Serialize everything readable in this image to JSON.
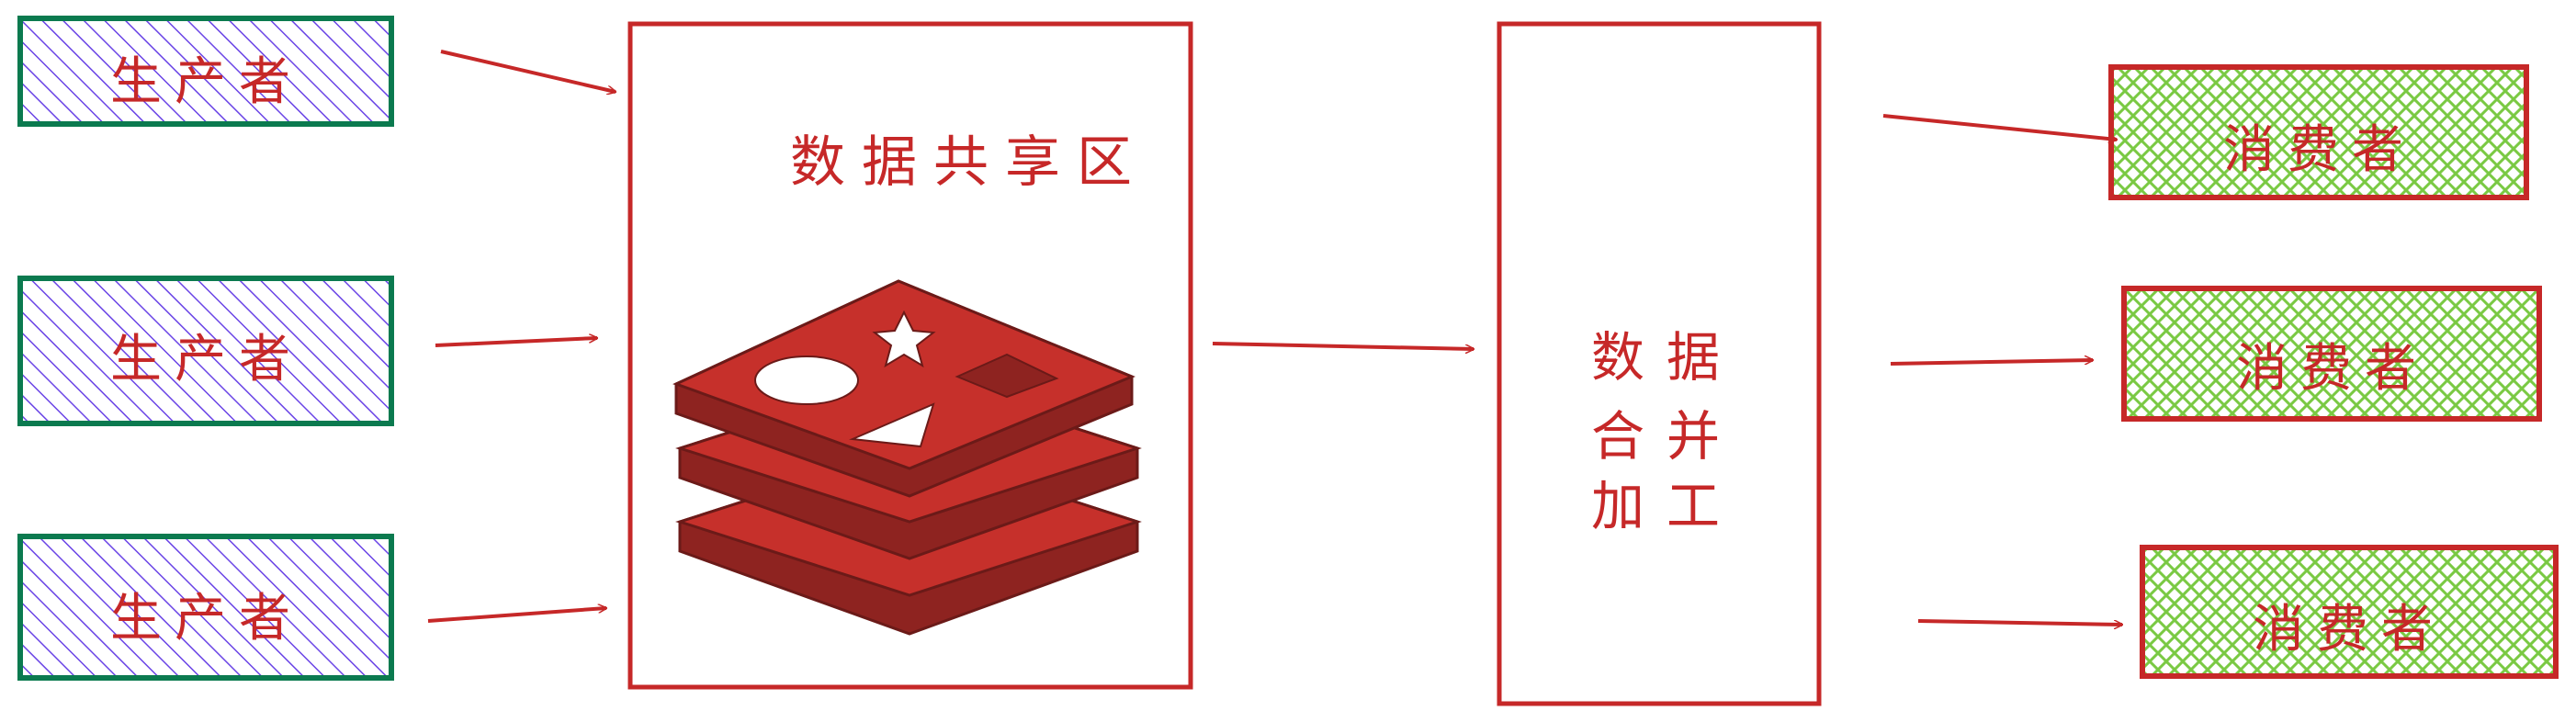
{
  "producers": [
    {
      "label": "生产者"
    },
    {
      "label": "生产者"
    },
    {
      "label": "生产者"
    }
  ],
  "shared_area": {
    "label": "数据共享区"
  },
  "merge": {
    "lines": [
      "数据",
      "合并",
      "加工"
    ]
  },
  "consumers": [
    {
      "label": "消费者"
    },
    {
      "label": "消费者"
    },
    {
      "label": "消费者"
    }
  ],
  "colors": {
    "stroke": "#c62828",
    "producer_fill": "#6a44e6",
    "producer_border": "#0b7a4f",
    "consumer_fill": "#7ac943",
    "redis_red": "#c6302b",
    "redis_dark": "#8e2320"
  },
  "icons": [
    "redis-stack-icon",
    "star-icon",
    "ellipse-icon",
    "triangle-icon",
    "diamond-icon"
  ]
}
